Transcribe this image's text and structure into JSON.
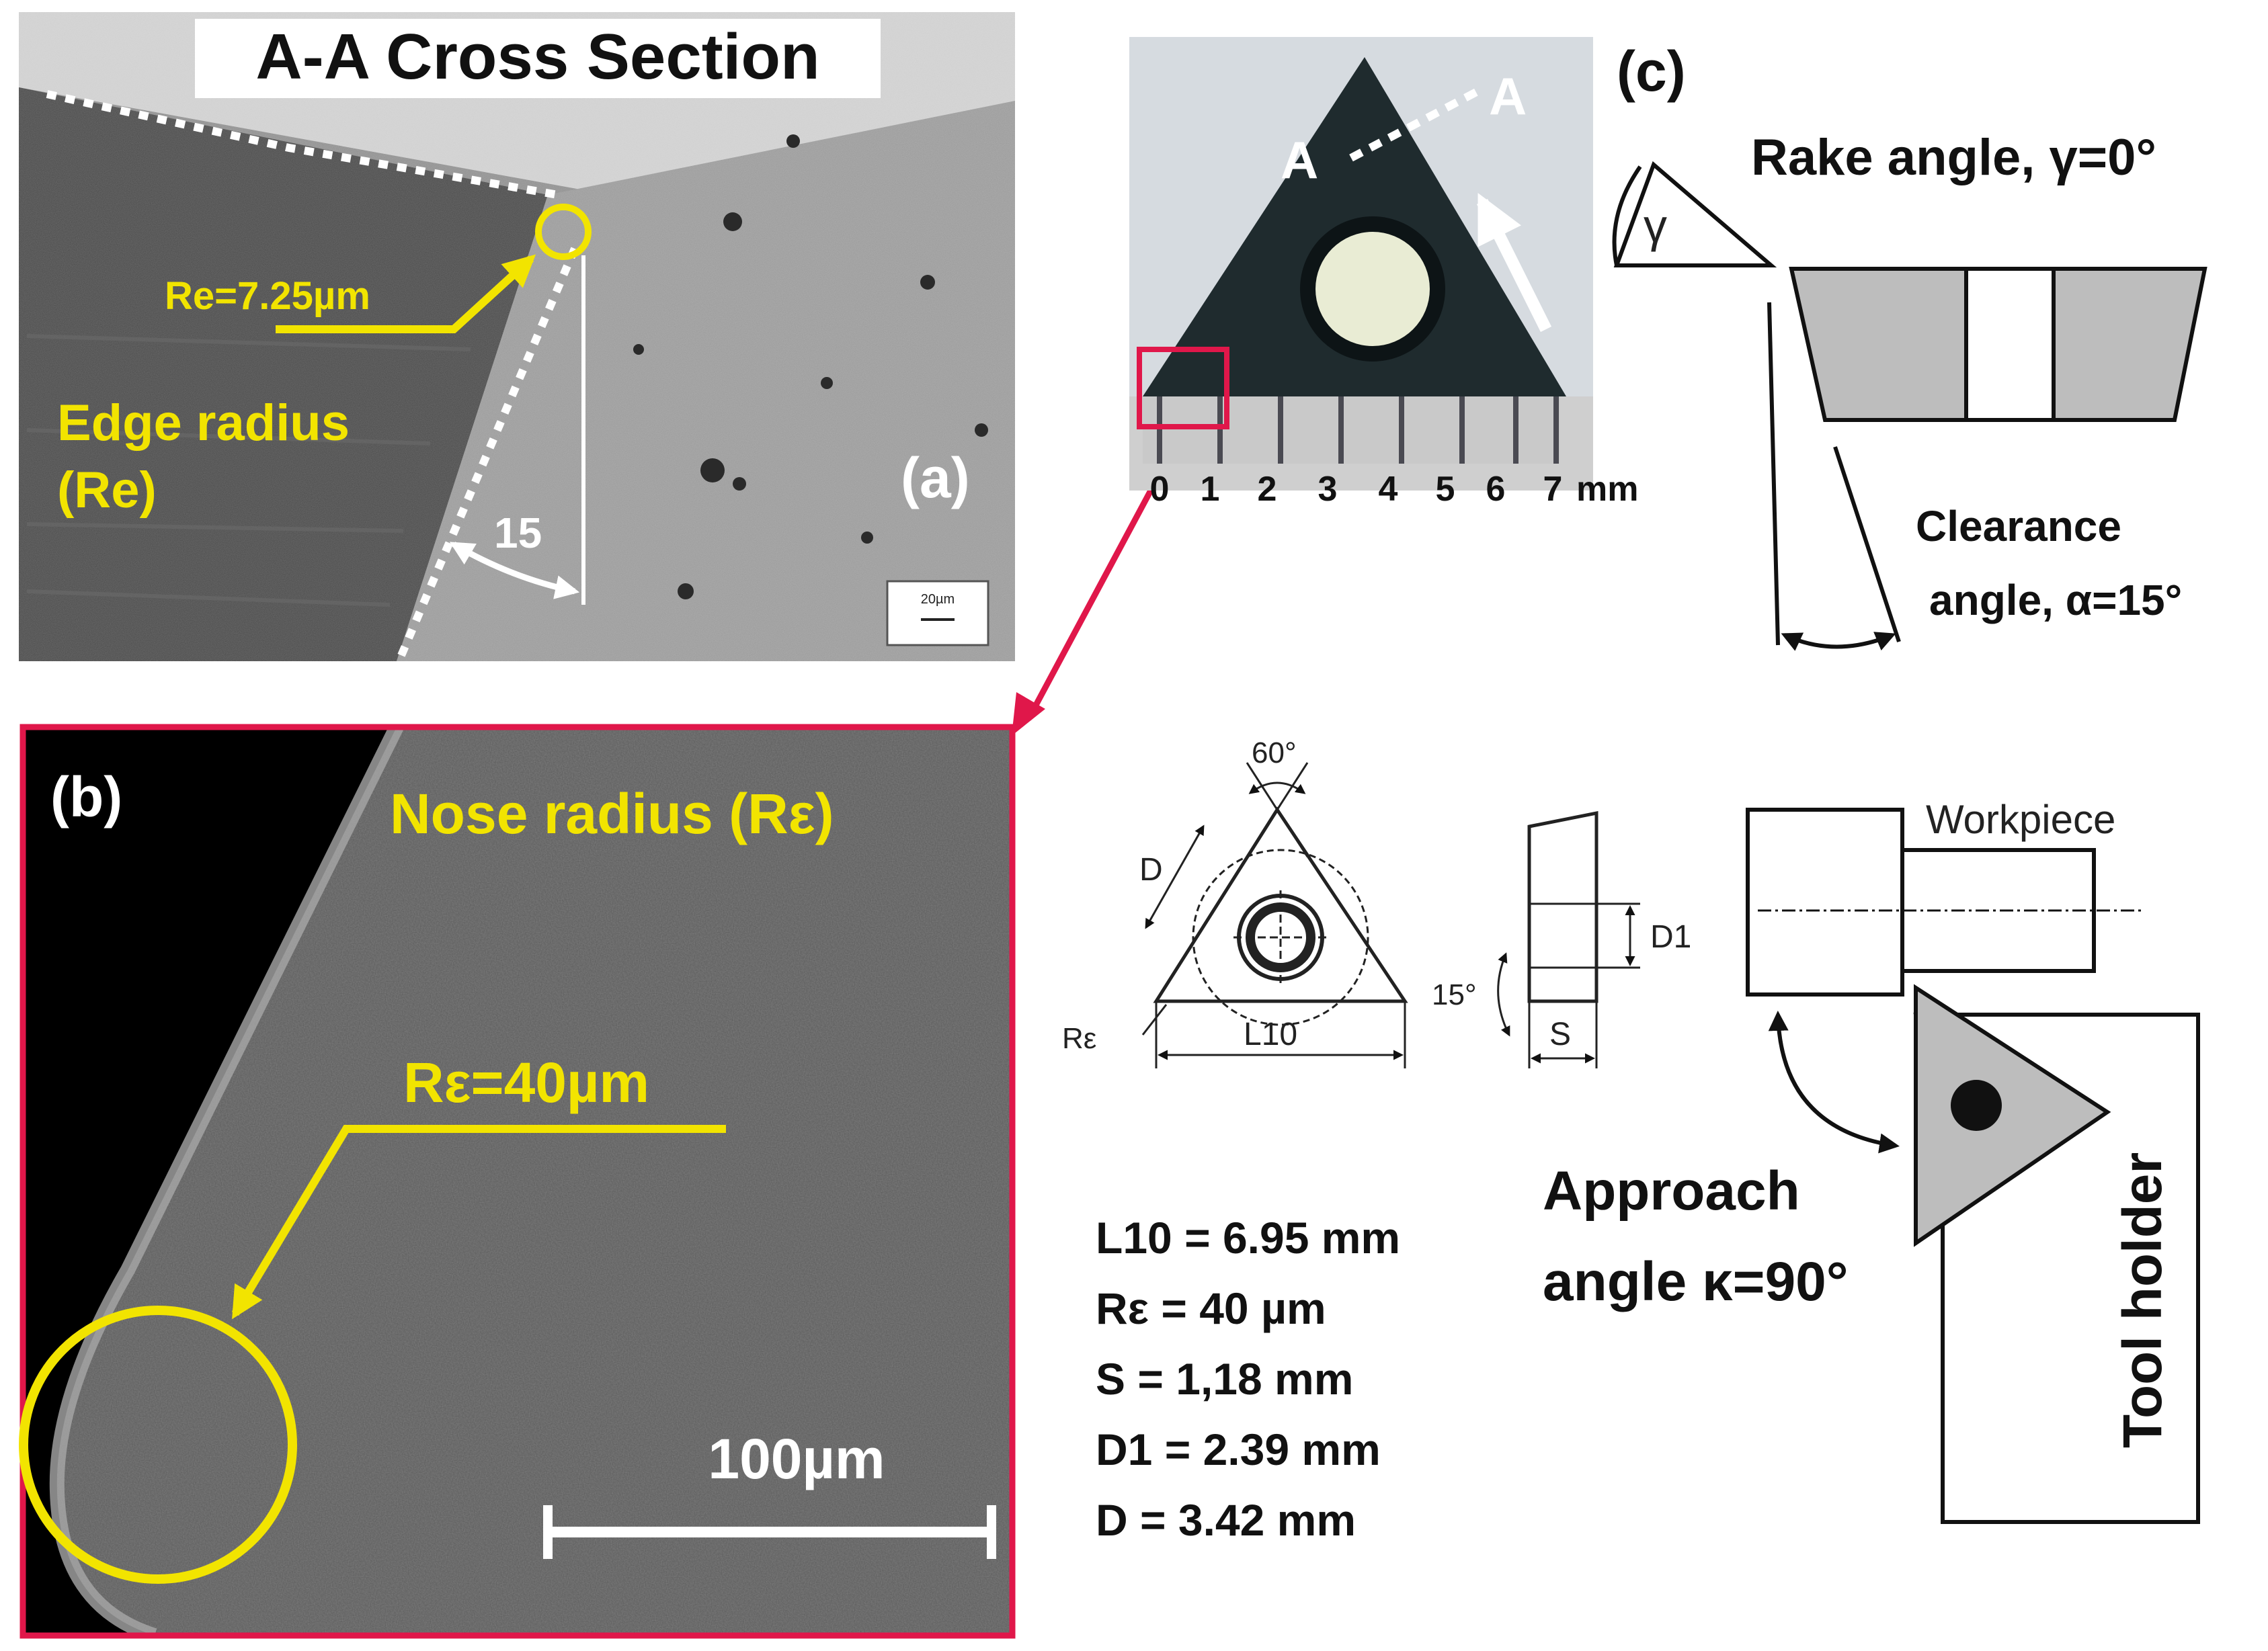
{
  "panel_a": {
    "title": "A-A Cross Section",
    "edge_radius_value": "Re=7.25µm",
    "edge_radius_label_line1": "Edge radius",
    "edge_radius_label_line2": "(Re)",
    "angle_value": "15",
    "panel_tag": "(a)",
    "scale_bar_text": "20µm"
  },
  "panel_b": {
    "panel_tag": "(b)",
    "nose_radius_label": "Nose radius (Rε)",
    "nose_radius_value": "Rε=40µm",
    "scale_bar_text": "100µm"
  },
  "panel_c": {
    "panel_tag": "(c)",
    "section_mark_left": "A",
    "section_mark_right": "A",
    "ruler_ticks": [
      "0",
      "1",
      "2",
      "3",
      "4",
      "5",
      "6",
      "7"
    ],
    "ruler_unit": "mm",
    "rake_angle": "Rake angle, γ=0°",
    "rake_symbol": "γ",
    "clearance_line1": "Clearance",
    "clearance_line2": "angle, α=15°"
  },
  "drawing": {
    "angle_60": "60°",
    "dim_D": "D",
    "dim_Re": "Rε",
    "dim_L10": "L10",
    "angle_15": "15°",
    "dim_D1": "D1",
    "dim_S": "S",
    "workpiece": "Workpiece",
    "approach_line1": "Approach",
    "approach_line2": "angle κ=90°",
    "tool_holder": "Tool holder"
  },
  "specs": [
    "L10 = 6.95 mm",
    "Rε = 40 µm",
    "S = 1,18 mm",
    "D1 = 2.39 mm",
    "D = 3.42 mm"
  ],
  "colors": {
    "annotation_yellow": "#f2e400",
    "highlight_red": "#e0174a",
    "insert_dark": "#1f2b2e",
    "ruler_grey": "#c9c9c9"
  }
}
